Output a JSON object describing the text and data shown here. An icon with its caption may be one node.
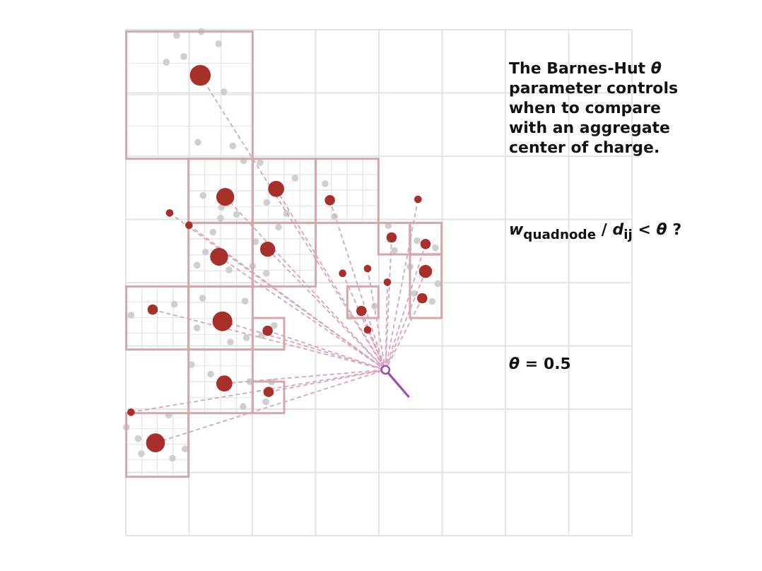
{
  "diagram": {
    "labels": [
      "The Barnes-Hut *θ* parameter controls when to compare with an aggregate center of charge.",
      "*w*$_{quadnode}$ / *d*$_{ij}$ < *θ* ?",
      "*θ* = 0.5"
    ]
  }
}
